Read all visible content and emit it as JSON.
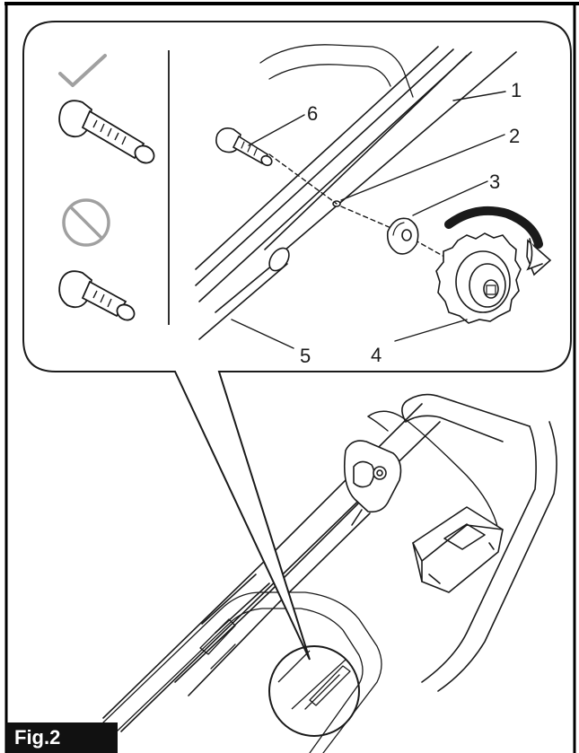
{
  "figure": {
    "label": "Fig.2",
    "callouts": [
      "1",
      "2",
      "3",
      "4",
      "5",
      "6"
    ]
  },
  "legend": {
    "correct_icon": "check-mark-icon",
    "incorrect_icon": "prohibited-icon"
  },
  "colors": {
    "line": "#1a1a1a",
    "frame": "#000000",
    "label_bg": "#111111",
    "label_text": "#ffffff",
    "symbol_gray": "#a0a0a0"
  }
}
